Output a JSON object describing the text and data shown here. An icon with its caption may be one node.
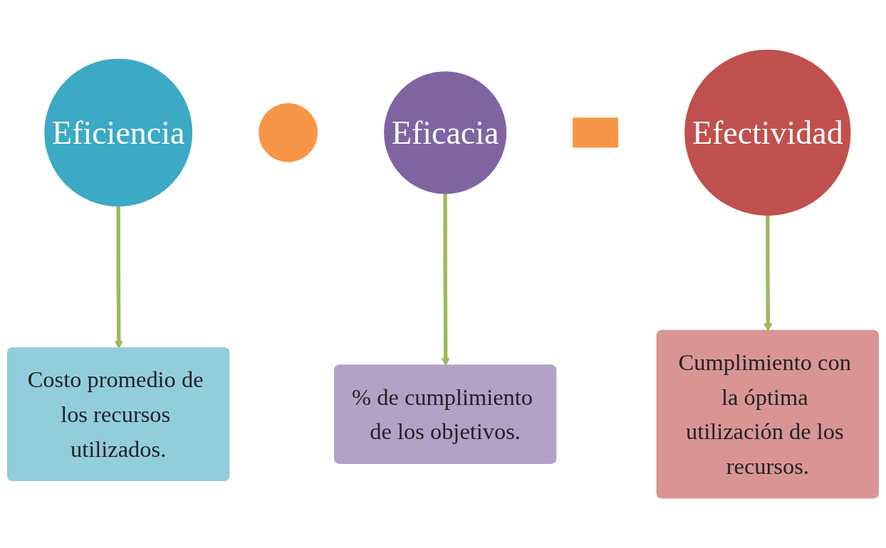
{
  "diagram": {
    "nodes": [
      {
        "text": [
          "Eficiencia"
        ]
      },
      {
        "text": [],
        "shape": "plus"
      },
      {
        "text": [
          "Eficacia"
        ]
      },
      {
        "text": [],
        "shape": "equals"
      },
      {
        "text": [
          "Efectividad"
        ]
      },
      {
        "text": [
          "Costo promedio de los recursos utilizados."
        ]
      },
      {
        "text": [
          "% de cumplimiento de los objetivos."
        ]
      },
      {
        "text": [
          "Cumplimiento con la óptima utilización de los recursos."
        ]
      }
    ],
    "edges": [
      {
        "from": 0,
        "to": 5,
        "arrow": "to"
      },
      {
        "from": 2,
        "to": 6,
        "arrow": "to"
      },
      {
        "from": 4,
        "to": 7,
        "arrow": "to"
      }
    ]
  }
}
